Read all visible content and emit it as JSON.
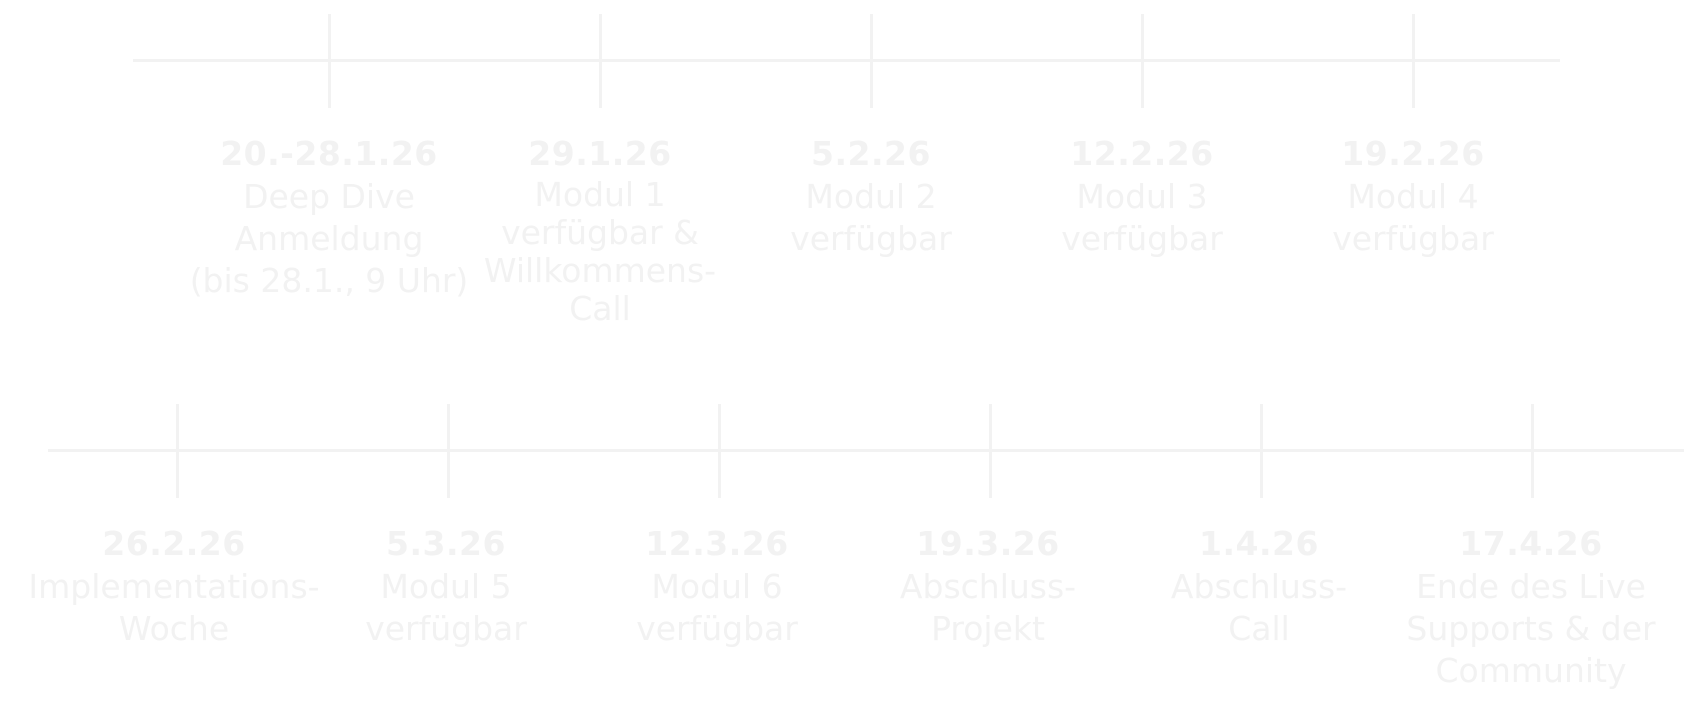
{
  "colors": {
    "line": "#f2f2f2",
    "text": "#f2f2f2",
    "background": "#ffffff"
  },
  "rows": [
    {
      "events": [
        {
          "date": "20.-28.1.26",
          "label": "Deep Dive\nAnmeldung\n(bis 28.1., 9 Uhr)"
        },
        {
          "date": "29.1.26",
          "label": "Modul 1\nverfügbar &\nWillkommens-\nCall"
        },
        {
          "date": "5.2.26",
          "label": "Modul 2\nverfügbar"
        },
        {
          "date": "12.2.26",
          "label": "Modul 3\nverfügbar"
        },
        {
          "date": "19.2.26",
          "label": "Modul 4\nverfügbar"
        }
      ]
    },
    {
      "events": [
        {
          "date": "26.2.26",
          "label": "Implementations-\nWoche"
        },
        {
          "date": "5.3.26",
          "label": "Modul 5\nverfügbar"
        },
        {
          "date": "12.3.26",
          "label": "Modul 6\nverfügbar"
        },
        {
          "date": "19.3.26",
          "label": "Abschluss-\nProjekt"
        },
        {
          "date": "1.4.26",
          "label": "Abschluss-\nCall"
        },
        {
          "date": "17.4.26",
          "label": "Ende des Live\nSupports & der\nCommunity"
        }
      ]
    }
  ]
}
